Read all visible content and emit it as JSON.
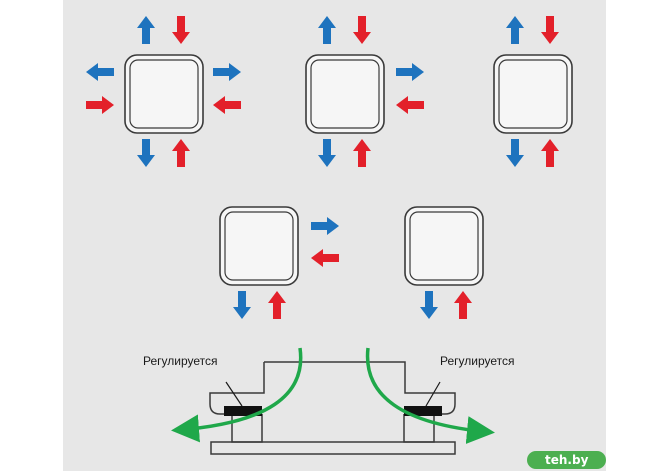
{
  "labels": {
    "left_adjustable": "Регулируется",
    "right_adjustable": "Регулируется"
  },
  "watermark": {
    "text": "teh.by"
  },
  "colors": {
    "background": "#e7e7e7",
    "supply_arrow": "#1e73be",
    "return_arrow": "#e3202a",
    "airflow": "#1fa84a",
    "outline": "#3a3a3a"
  },
  "icons": {
    "outflow": "blue-arrow-icon",
    "inflow": "red-arrow-icon"
  }
}
